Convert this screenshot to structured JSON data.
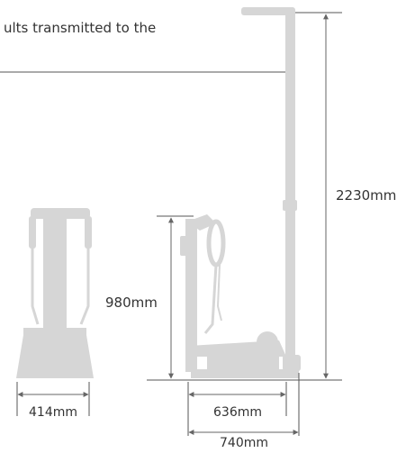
{
  "header": {
    "text_fragment": "ults transmitted to the"
  },
  "dimensions": {
    "total_height": "2230mm",
    "scale_height": "980mm",
    "front_width": "414mm",
    "base_width": "636mm",
    "total_width": "740mm"
  },
  "colors": {
    "device": "#d6d6d6",
    "device_dark": "#c8c8c8",
    "line": "#555555",
    "arrow": "#666666",
    "text": "#333333"
  }
}
